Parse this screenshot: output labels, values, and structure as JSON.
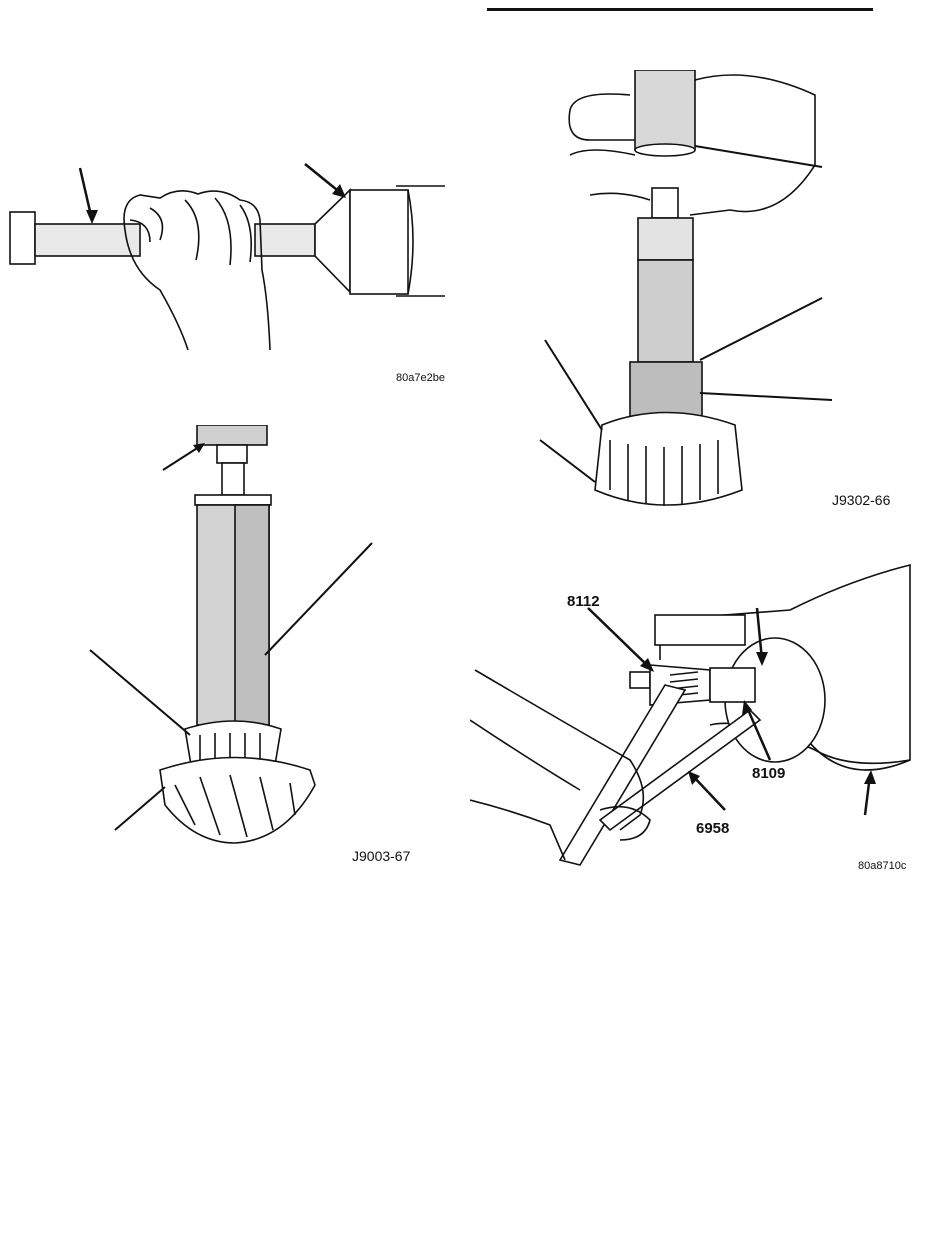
{
  "figures": [
    {
      "ref": "80a7e2be"
    },
    {
      "ref": "J9302-66"
    },
    {
      "ref": "J9003-67"
    },
    {
      "ref": "80a8710c",
      "callouts": [
        "8112",
        "8109",
        "6958"
      ]
    }
  ],
  "colors": {
    "ink": "#111111",
    "shade": "#bdbdbd",
    "paper": "#ffffff"
  }
}
